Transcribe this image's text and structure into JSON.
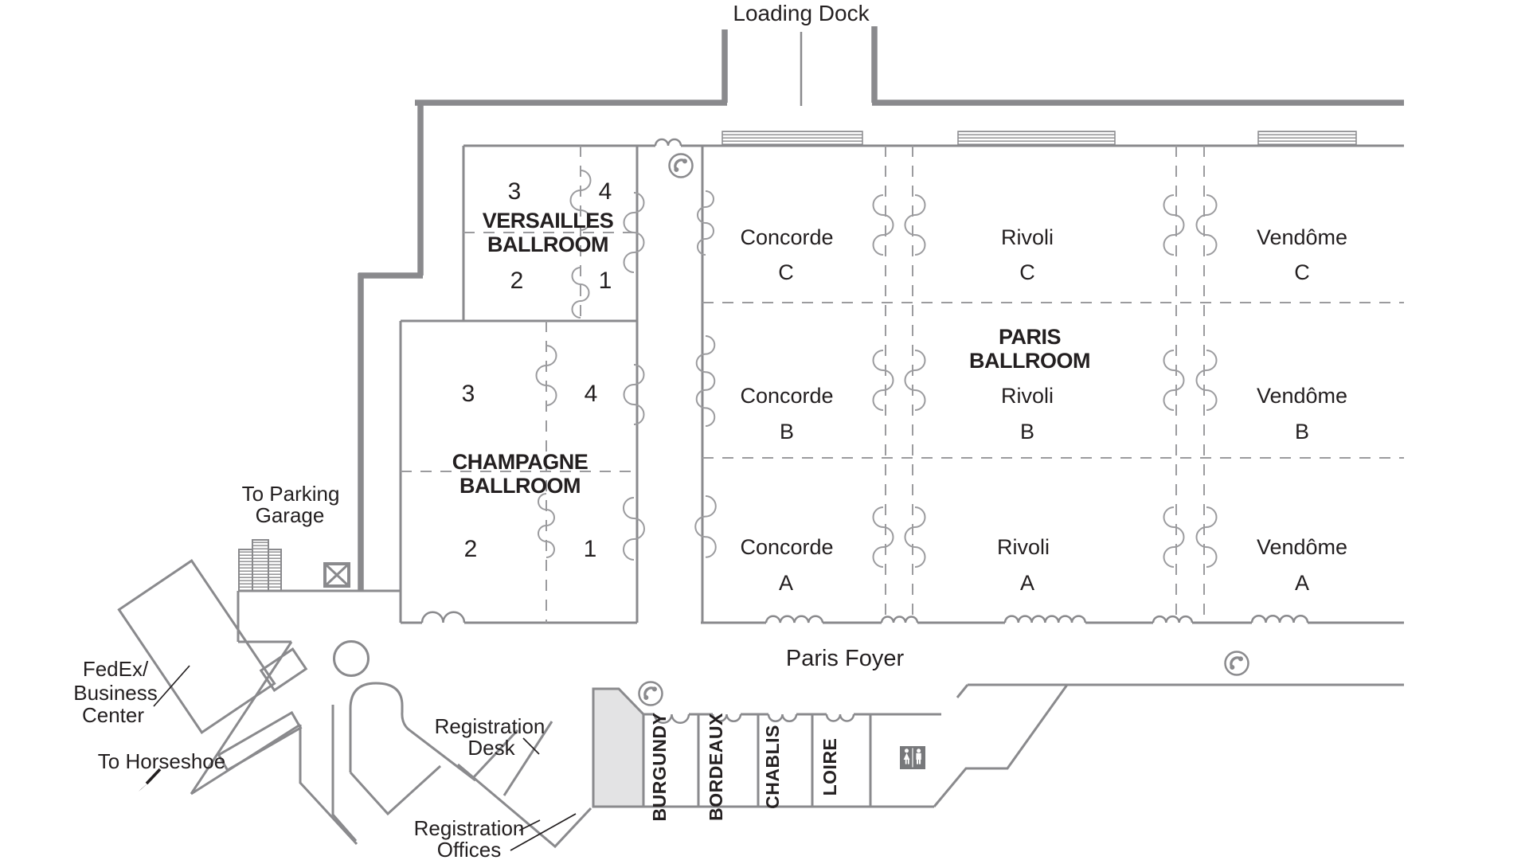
{
  "colors": {
    "wall": "#8a8a8d",
    "partition": "#9b9b9e",
    "text": "#231f20",
    "shaded_fill": "#e3e3e4",
    "restroom_fill": "#77787b",
    "background": "#ffffff"
  },
  "top": {
    "loading_dock": "Loading Dock"
  },
  "versailles": {
    "line1": "VERSAILLES",
    "line2": "BALLROOM",
    "num_tl": "3",
    "num_tr": "4",
    "num_bl": "2",
    "num_br": "1"
  },
  "champagne": {
    "line1": "CHAMPAGNE",
    "line2": "BALLROOM",
    "num_tl": "3",
    "num_tr": "4",
    "num_bl": "2",
    "num_br": "1"
  },
  "paris": {
    "line1": "PARIS",
    "line2": "BALLROOM",
    "concorde": {
      "name": "Concorde",
      "c": "C",
      "b": "B",
      "a": "A"
    },
    "rivoli": {
      "name": "Rivoli",
      "c": "C",
      "b": "B",
      "a": "A"
    },
    "vendome": {
      "name": "Vendôme",
      "c": "C",
      "b": "B",
      "a": "A"
    }
  },
  "foyer": {
    "label": "Paris Foyer"
  },
  "meeting_rooms": {
    "burgundy": "BURGUNDY",
    "bordeaux": "BORDEAUX",
    "chablis": "CHABLIS",
    "loire": "LOIRE"
  },
  "lobby": {
    "to_parking_1": "To Parking",
    "to_parking_2": "Garage",
    "fedex_1": "FedEx/",
    "fedex_2": "Business",
    "fedex_3": "Center",
    "to_horseshoe": "To Horseshoe",
    "reg_desk_1": "Registration",
    "reg_desk_2": "Desk",
    "reg_offices_1": "Registration",
    "reg_offices_2": "Offices"
  },
  "icons": {
    "phone": "phone-icon",
    "elevator": "elevator-icon",
    "stairs": "stairs-icon",
    "restroom": "restroom-icon",
    "horseshoe_arrow": "arrow-down-left-icon"
  }
}
